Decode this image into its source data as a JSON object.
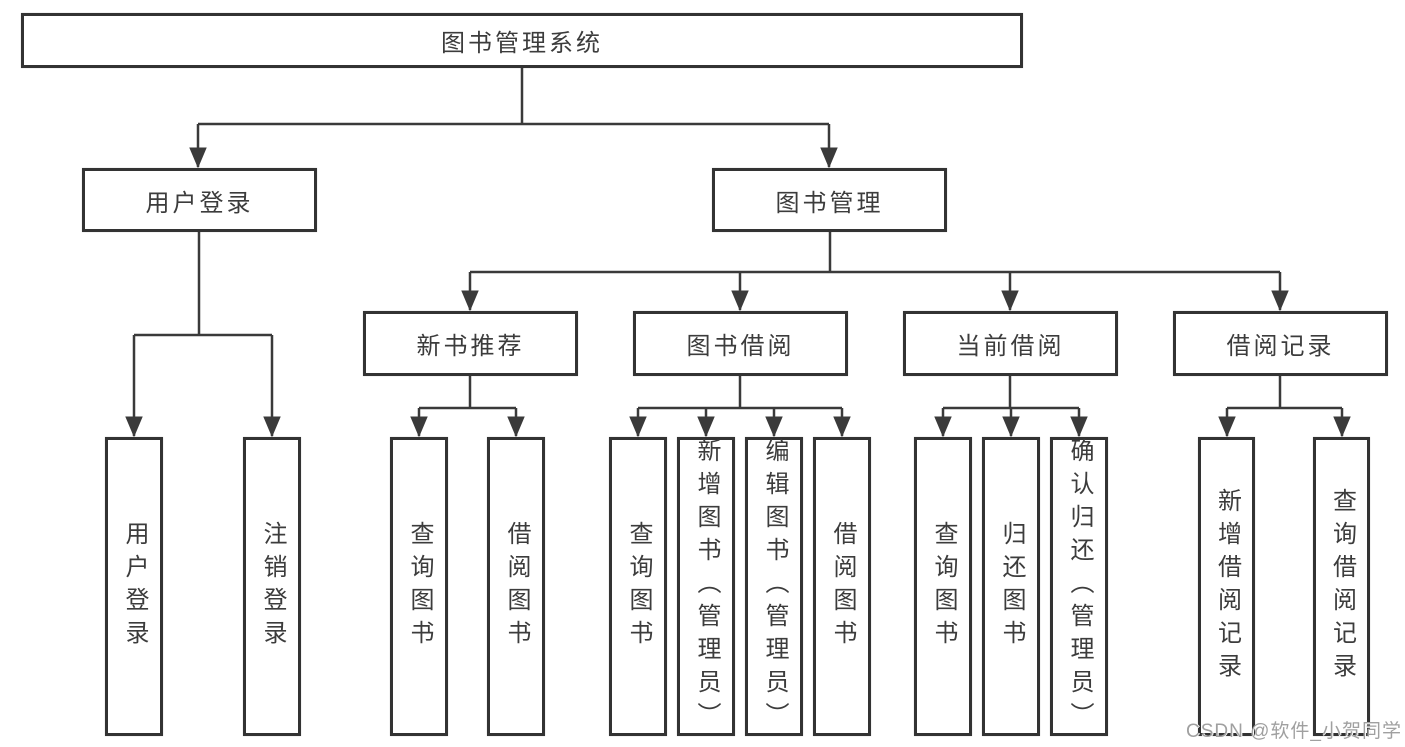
{
  "diagram": {
    "root": {
      "label": "图书管理系统"
    },
    "branches": [
      {
        "label": "用户登录",
        "leaves": [
          "用户登录",
          "注销登录"
        ]
      },
      {
        "label": "图书管理",
        "groups": [
          {
            "label": "新书推荐",
            "leaves": [
              "查询图书",
              "借阅图书"
            ]
          },
          {
            "label": "图书借阅",
            "leaves": [
              "查询图书",
              "新增图书（管理员）",
              "编辑图书（管理员）",
              "借阅图书"
            ]
          },
          {
            "label": "当前借阅",
            "leaves": [
              "查询图书",
              "归还图书",
              "确认归还（管理员）"
            ]
          },
          {
            "label": "借阅记录",
            "leaves": [
              "新增借阅记录",
              "查询借阅记录"
            ]
          }
        ]
      }
    ]
  },
  "watermark": {
    "text": "CSDN @软件_小贺同学"
  },
  "colors": {
    "line": "#3a3a3a",
    "border": "#333333",
    "text": "#3c3c3c",
    "background": "#ffffff",
    "watermark": "#a0a0a0"
  }
}
